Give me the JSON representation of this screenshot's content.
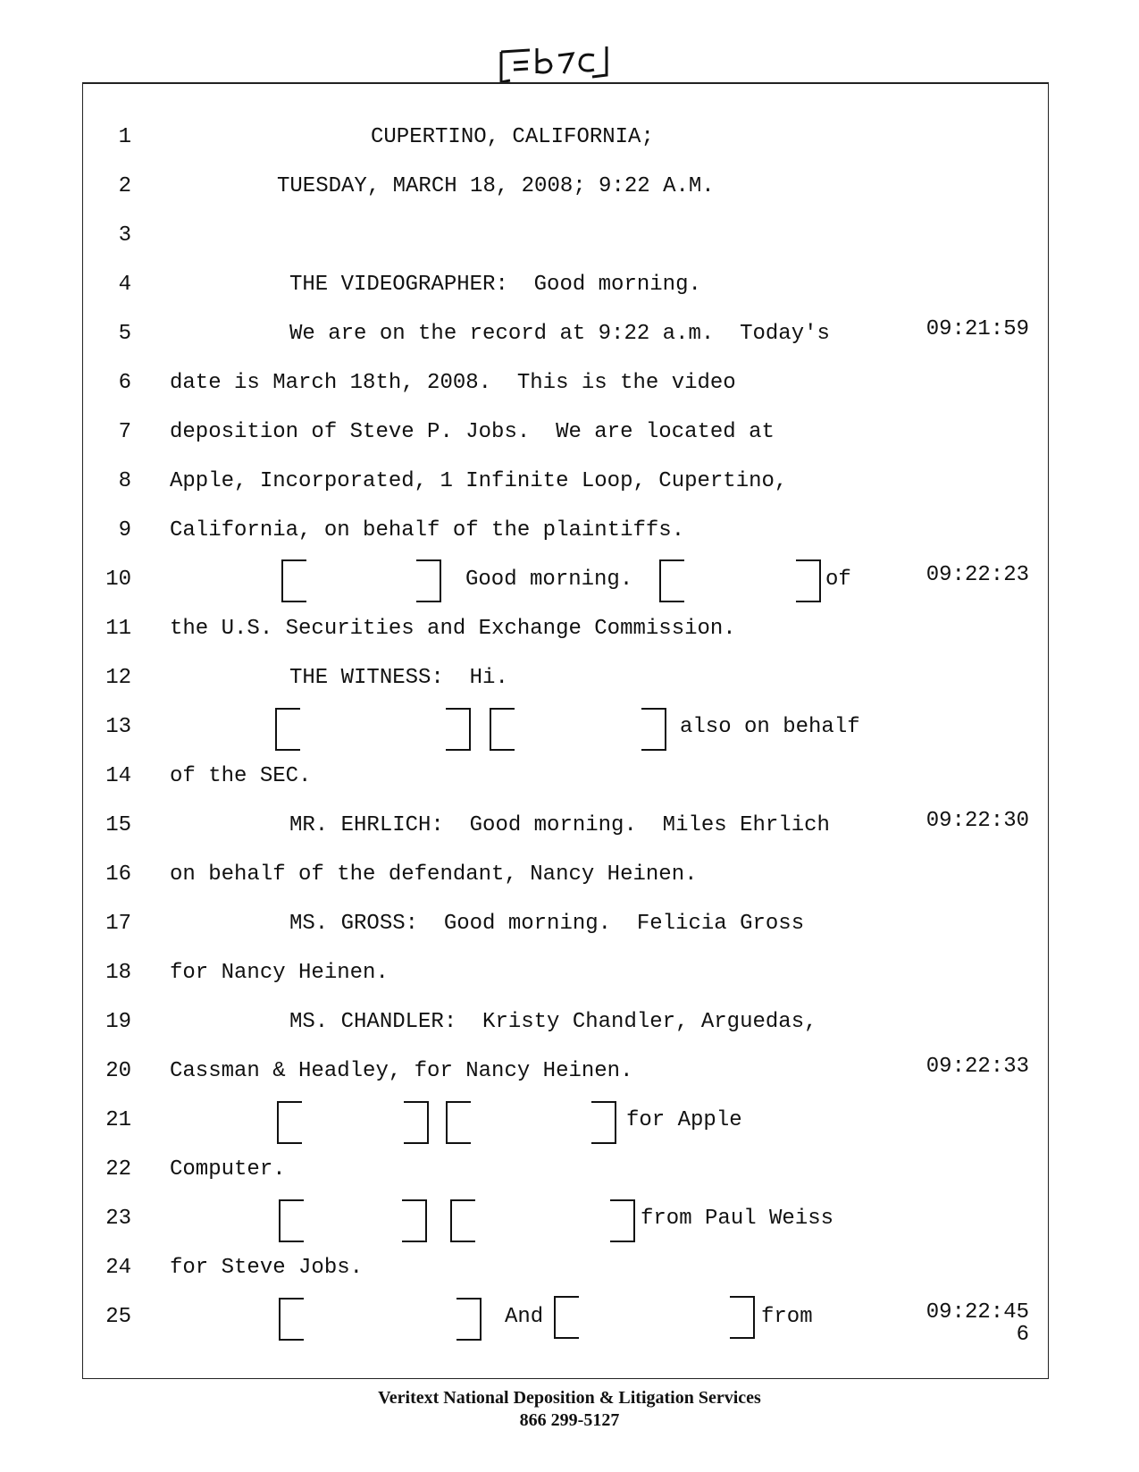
{
  "stamp": "[=b7c]",
  "line_numbers": [
    "1",
    "2",
    "3",
    "4",
    "5",
    "6",
    "7",
    "8",
    "9",
    "10",
    "11",
    "12",
    "13",
    "14",
    "15",
    "16",
    "17",
    "18",
    "19",
    "20",
    "21",
    "22",
    "23",
    "24",
    "25"
  ],
  "lines": {
    "l1": "CUPERTINO, CALIFORNIA;",
    "l2": "TUESDAY, MARCH 18, 2008; 9:22 A.M.",
    "l4": "THE VIDEOGRAPHER:  Good morning.",
    "l5": "We are on the record at 9:22 a.m.  Today's",
    "l6": "date is March 18th, 2008.  This is the video",
    "l7": "deposition of Steve P. Jobs.  We are located at",
    "l8": "Apple, Incorporated, 1 Infinite Loop, Cupertino,",
    "l9": "California, on behalf of the plaintiffs.",
    "l10a": "Good morning.",
    "l10b": "of",
    "l11": "the U.S. Securities and Exchange Commission.",
    "l12": "THE WITNESS:  Hi.",
    "l13": "also on behalf",
    "l14": "of the SEC.",
    "l15": "MR. EHRLICH:  Good morning.  Miles Ehrlich",
    "l16": "on behalf of the defendant, Nancy Heinen.",
    "l17": "MS. GROSS:  Good morning.  Felicia Gross",
    "l18": "for Nancy Heinen.",
    "l19": "MS. CHANDLER:  Kristy Chandler, Arguedas,",
    "l20": "Cassman & Headley, for Nancy Heinen.",
    "l21": "for Apple",
    "l22": "Computer.",
    "l23": "from Paul Weiss",
    "l24": "for Steve Jobs.",
    "l25a": "And",
    "l25b": "from"
  },
  "timestamps": {
    "l5": "09:21:59",
    "l10": "09:22:23",
    "l15": "09:22:30",
    "l20": "09:22:33",
    "l25": "09:22:45"
  },
  "page_number": "6",
  "footer": {
    "company": "Veritext National Deposition & Litigation Services",
    "phone": "866 299-5127"
  }
}
